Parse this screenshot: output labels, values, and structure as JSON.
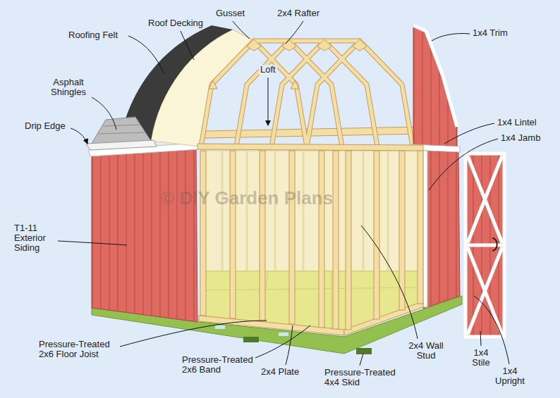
{
  "diagram": {
    "labels": [
      "Roofing Felt",
      "Roof Decking",
      "Gusset",
      "2x4 Rafter",
      "1x4 Trim",
      "Asphalt Shingles",
      "Loft",
      "1x4 Lintel",
      "1x4 Jamb",
      "Drip Edge",
      "T1-11 Exterior Siding",
      "© DIY Garden Plans",
      "Pressure-Treated 2x6 Floor Joist",
      "2x4 Wall Stud",
      "Pressure-Treated 2x6 Band",
      "2x4 Plate",
      "Pressure-Treated 4x4 Skid",
      "1x4 Stile",
      "1x4 Upright"
    ]
  }
}
